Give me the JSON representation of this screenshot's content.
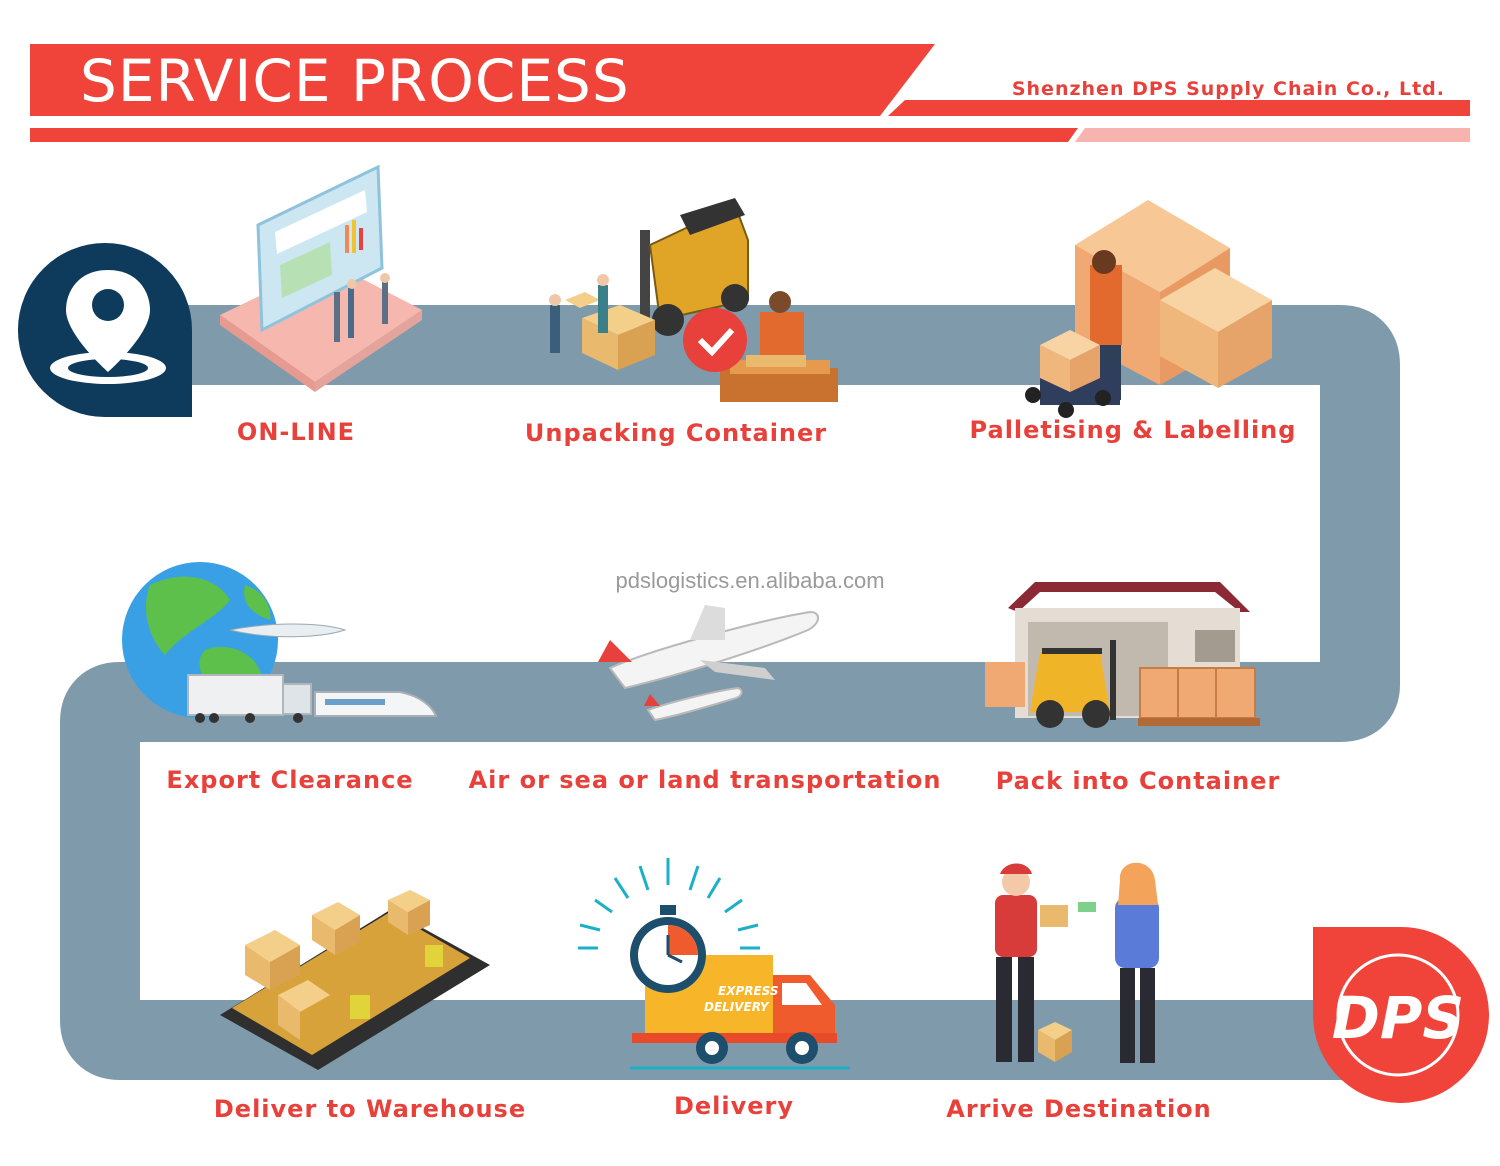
{
  "header": {
    "title": "SERVICE PROCESS",
    "company": "Shenzhen DPS Supply Chain Co., Ltd."
  },
  "watermark": "pdslogistics.en.alibaba.com",
  "colors": {
    "brand_red": "#f0443b",
    "light_red": "#f7b3ad",
    "road": "#7f9aab",
    "navy": "#0e3a5c",
    "label_red": "#e8403a"
  },
  "steps": [
    {
      "label": "ON-LINE",
      "icon": "online-monitor-icon"
    },
    {
      "label": "Unpacking Container",
      "icon": "forklift-unpacking-icon"
    },
    {
      "label": "Palletising & Labelling",
      "icon": "pallet-boxes-icon"
    },
    {
      "label": "Pack into Container",
      "icon": "warehouse-forklift-icon"
    },
    {
      "label": "Air or sea or land transportation",
      "icon": "airplanes-icon"
    },
    {
      "label": "Export Clearance",
      "icon": "globe-transport-icon"
    },
    {
      "label": "Deliver to Warehouse",
      "icon": "warehouse-shelves-icon"
    },
    {
      "label": "Delivery",
      "icon": "express-truck-icon"
    },
    {
      "label": "Arrive Destination",
      "icon": "handover-people-icon"
    }
  ],
  "truck_text": {
    "line1": "EXPRESS",
    "line2": "DELIVERY"
  },
  "logo_text": "DPS"
}
